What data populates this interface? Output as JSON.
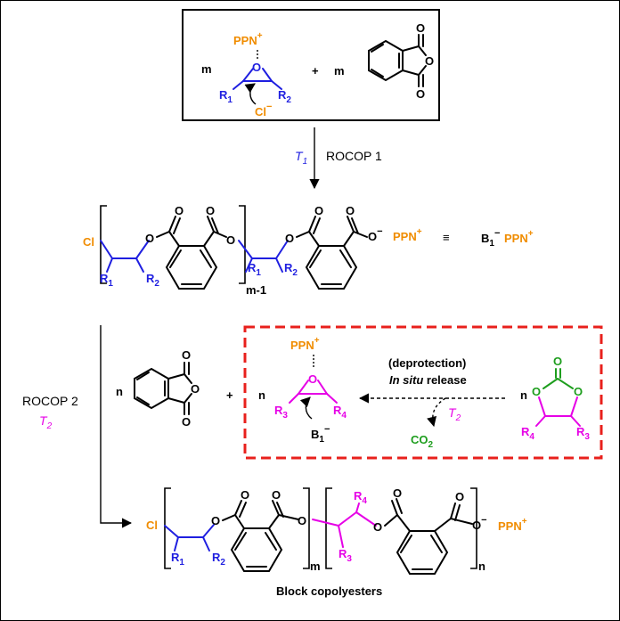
{
  "colors": {
    "orange": "#f08c00",
    "blue": "#1f1fe0",
    "magenta": "#e600e6",
    "green": "#1e9e1e",
    "red": "#e8201c",
    "black": "#000000"
  },
  "atoms": {
    "ppn": "PPN",
    "plus_sup": "+",
    "minus_sup": "−",
    "o": "O",
    "cl": "Cl",
    "r": "R",
    "b": "B",
    "co": "CO",
    "sub1": "1",
    "sub2": "2",
    "sub3": "3",
    "sub4": "4"
  },
  "step1": {
    "coef_m": "m",
    "plus": "+",
    "temperature_letter": "T",
    "temperature_sub": "1",
    "label": "ROCOP 1"
  },
  "polymer1": {
    "repeat_sub": "m-1",
    "equiv": "≡"
  },
  "step2": {
    "label": "ROCOP 2",
    "temperature_letter": "T",
    "temperature_sub": "2",
    "coef_n": "n",
    "plus": "+",
    "deprotection": "(deprotection)",
    "in_situ_italic": "In situ",
    "release": " release"
  },
  "product": {
    "repeat_m": "m",
    "repeat_n": "n",
    "caption": "Block copolyesters"
  }
}
